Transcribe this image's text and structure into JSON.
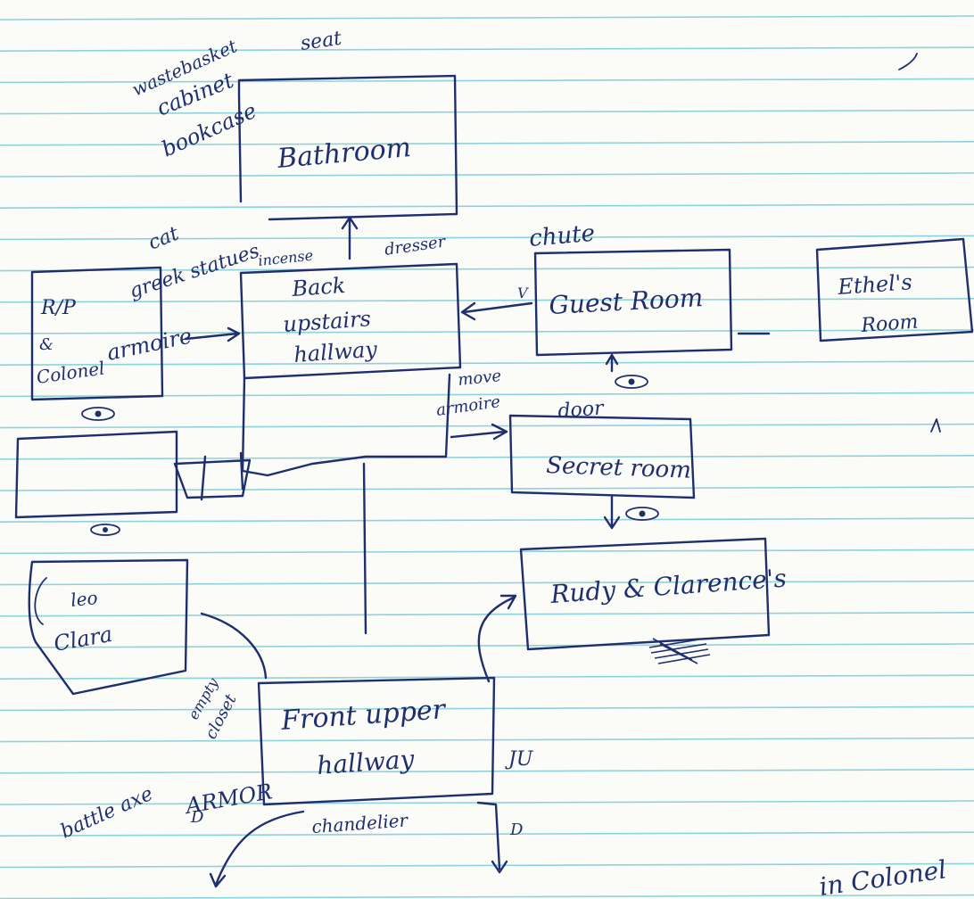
{
  "rooms": {
    "bathroom": "Bathroom",
    "back_hallway_1": "Back",
    "back_hallway_2": "upstairs",
    "back_hallway_3": "hallway",
    "guest_room": "Guest Room",
    "ethels_room_1": "Ethel's",
    "ethels_room_2": "Room",
    "rp_colonel_1": "R/P",
    "rp_colonel_2": "&",
    "rp_colonel_3": "Colonel",
    "secret_room": "Secret room",
    "rudy_clarence": "Rudy & Clarence's",
    "leo_clara_1": "leo",
    "leo_clara_2": "Clara",
    "front_hallway_1": "Front upper",
    "front_hallway_2": "hallway"
  },
  "notes": {
    "wastebasket": "wastebasket",
    "cabinet": "cabinet",
    "bookcase": "bookcase",
    "seat": "seat",
    "cat": "cat",
    "greek_statues": "greek statues",
    "incense": "incense",
    "dresser": "dresser",
    "chute": "chute",
    "armoire": "armoire",
    "move_armoire_1": "move",
    "move_armoire_2": "armoire",
    "door": "door",
    "empty_closet_1": "empty",
    "empty_closet_2": "closet",
    "battle_axe": "battle axe",
    "armor": "ARMOR",
    "chandelier": "chandelier",
    "in_colonel": "in Colonel",
    "ju": "JU",
    "d1": "D",
    "d2": "D",
    "v": "V"
  },
  "colors": {
    "ink": "#1f2f6e",
    "rules": "#8ed3da",
    "paper": "#fbfbf8"
  }
}
